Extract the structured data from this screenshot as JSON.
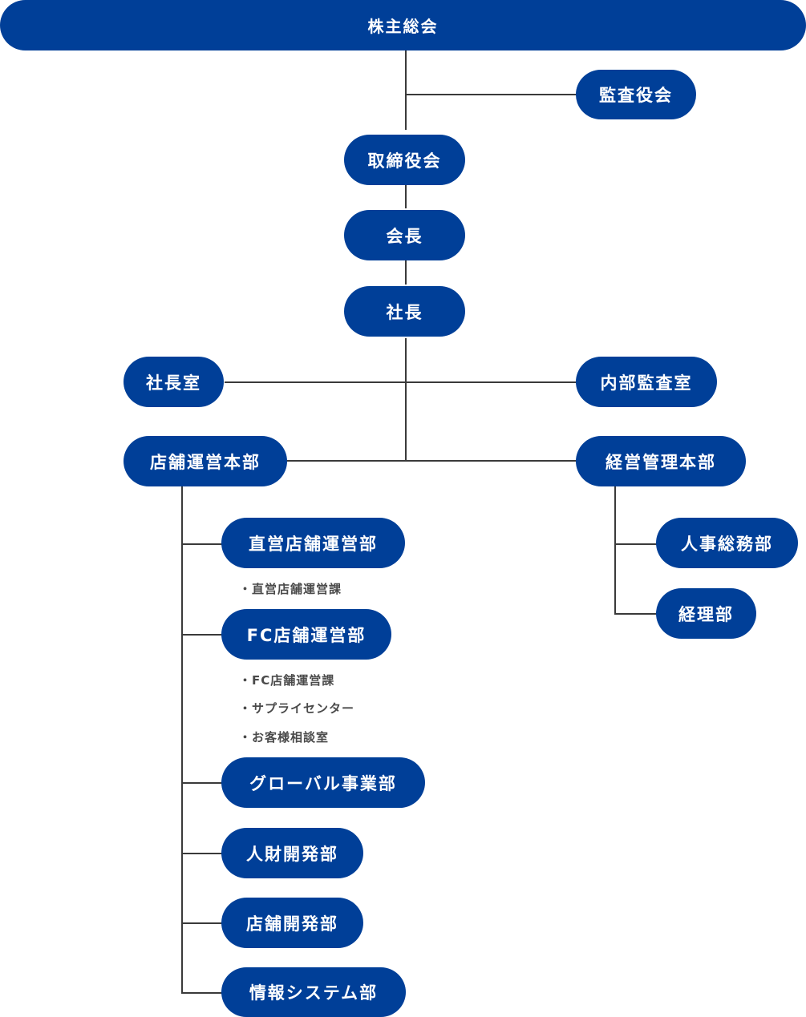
{
  "org": {
    "shareholders": "株主総会",
    "auditors": "監査役会",
    "board": "取締役会",
    "chairman": "会長",
    "president": "社長",
    "president_office": "社長室",
    "internal_audit": "内部監査室",
    "store_ops_hq": "店舗運営本部",
    "mgmt_hq": "経営管理本部",
    "direct_store_ops": "直営店舗運営部",
    "direct_store_ops_subs": [
      "・直営店舗運営課"
    ],
    "fc_store_ops": "FC店舗運営部",
    "fc_store_ops_subs": [
      "・FC店舗運営課",
      "・サプライセンター",
      "・お客様相談室"
    ],
    "global_business": "グローバル事業部",
    "hr_development": "人財開発部",
    "store_development": "店舗開発部",
    "info_systems": "情報システム部",
    "hr_general_affairs": "人事総務部",
    "accounting": "経理部"
  },
  "colors": {
    "node_fill": "#003f98",
    "node_text": "#ffffff",
    "line": "#3a3a3a",
    "sub_text": "#4a4a4a"
  }
}
